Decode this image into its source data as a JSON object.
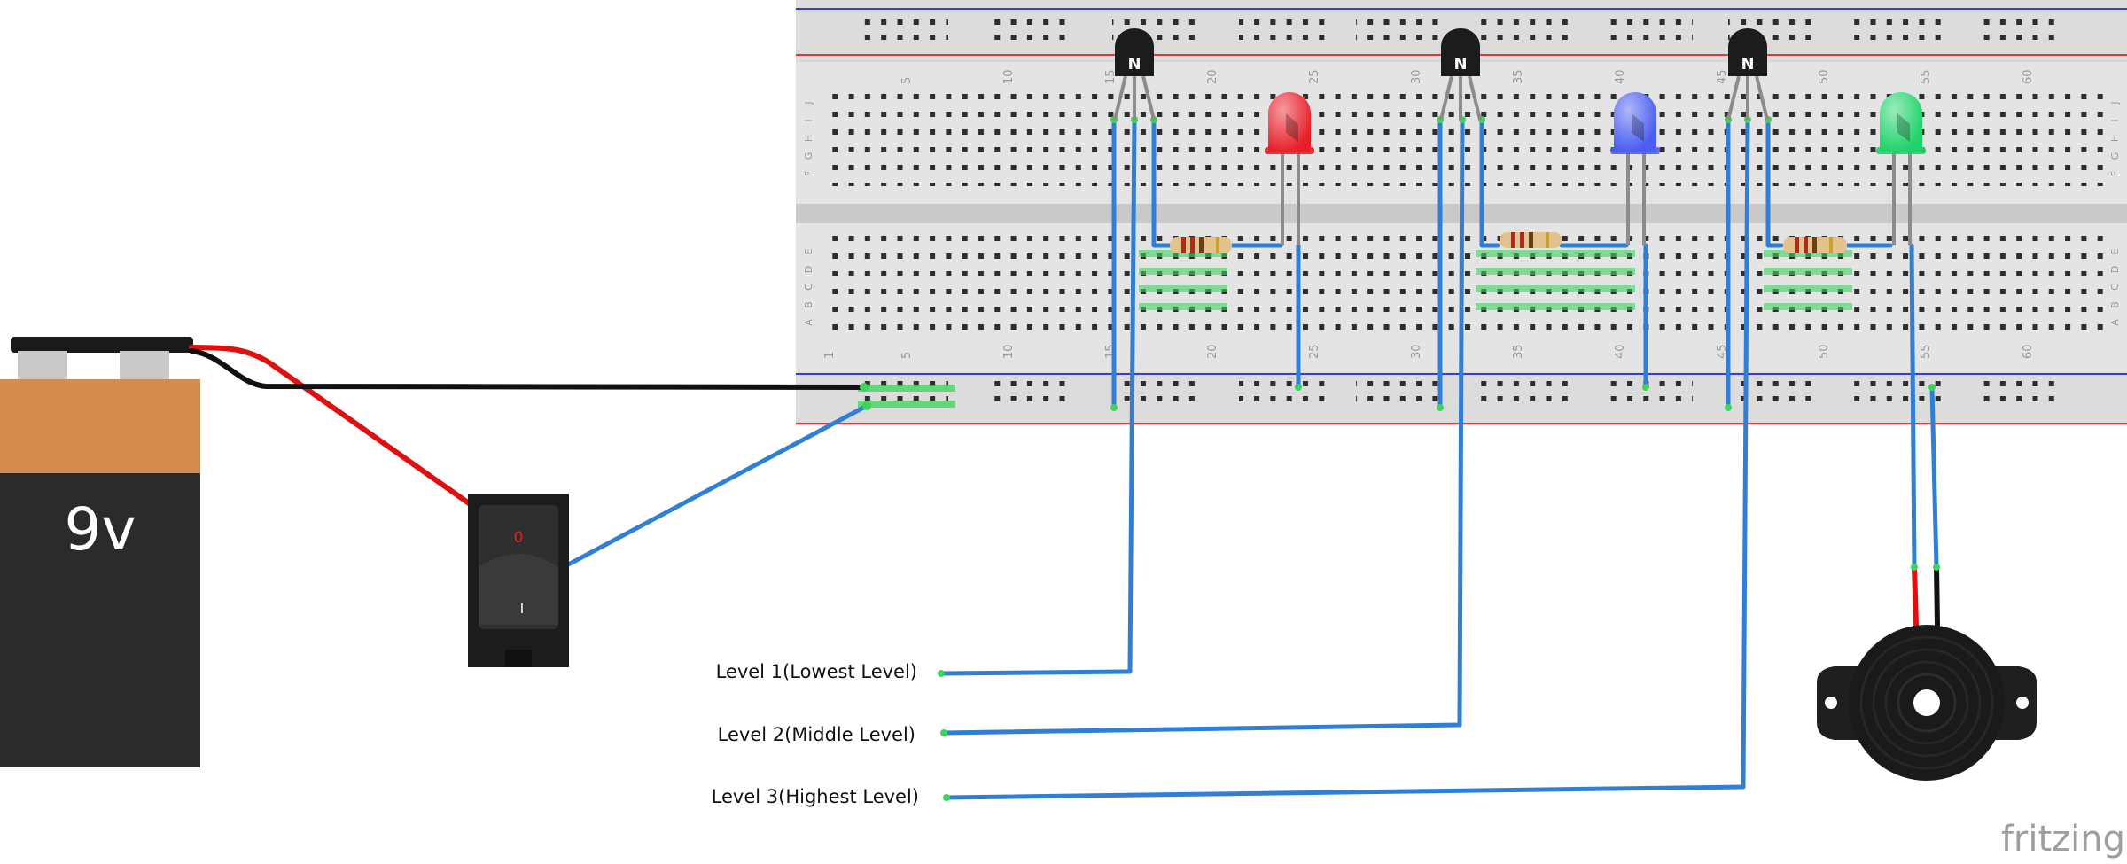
{
  "battery": {
    "label": "9v"
  },
  "switch": {
    "off_mark": "0",
    "on_mark": "I"
  },
  "breadboard": {
    "columns_top": [
      "5",
      "10",
      "15",
      "20",
      "25",
      "30",
      "35",
      "40",
      "45",
      "50",
      "55",
      "60"
    ],
    "columns_bottom": [
      "1",
      "5",
      "10",
      "15",
      "20",
      "25",
      "30",
      "35",
      "40",
      "45",
      "50",
      "55",
      "60"
    ],
    "rows_upper": [
      "J",
      "I",
      "H",
      "G",
      "F"
    ],
    "rows_lower": [
      "E",
      "D",
      "C",
      "B",
      "A"
    ]
  },
  "transistors": [
    {
      "mark": "N"
    },
    {
      "mark": "N"
    },
    {
      "mark": "N"
    }
  ],
  "leds": [
    {
      "color": "#e8202a"
    },
    {
      "color": "#4a5ef0"
    },
    {
      "color": "#1fd36a"
    }
  ],
  "levels": [
    {
      "label": "Level 1(Lowest Level)"
    },
    {
      "label": "Level 2(Middle Level)"
    },
    {
      "label": "Level 3(Highest Level)"
    }
  ],
  "brand": "fritzing",
  "colors": {
    "wire_blue": "#2f7fd6",
    "wire_red": "#e01010",
    "wire_black": "#111111",
    "battery_top": "#d38b4e",
    "battery_body": "#2b2b2b"
  }
}
